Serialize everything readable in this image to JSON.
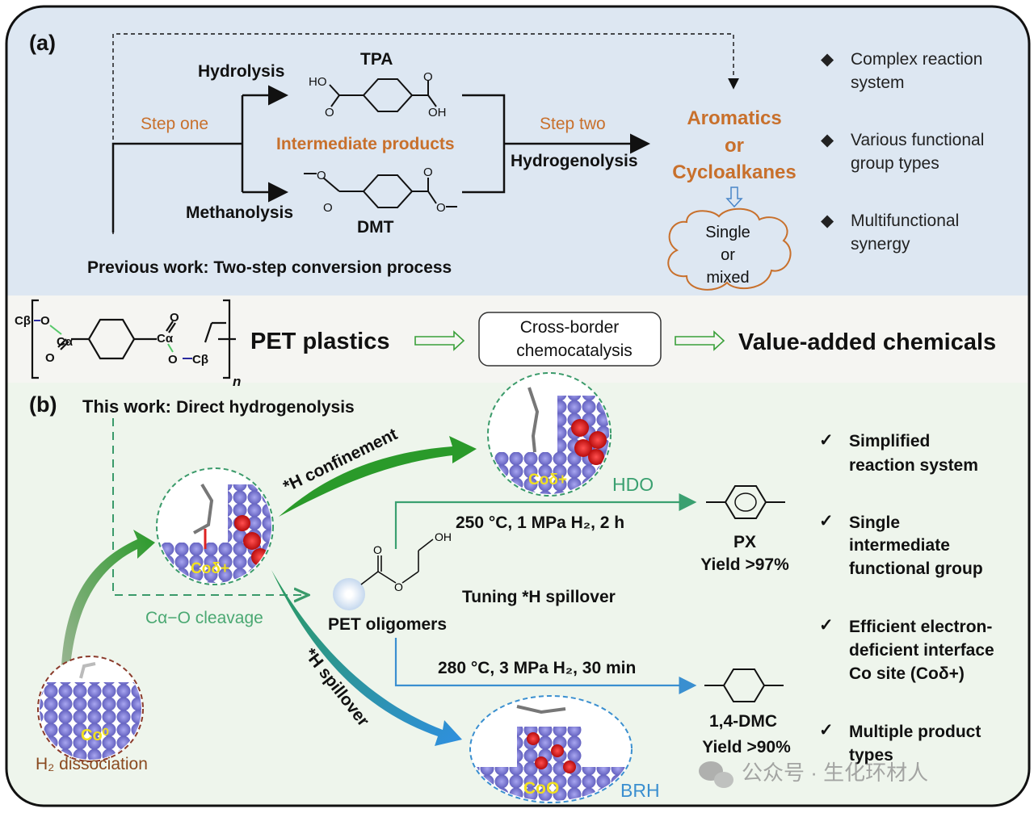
{
  "panel_a": {
    "label": "(a)",
    "step_one": "Step one",
    "hydrolysis": "Hydrolysis",
    "methanolysis": "Methanolysis",
    "tpa": "TPA",
    "dmt": "DMT",
    "intermediate": "Intermediate products",
    "step_two": "Step two",
    "hydrogenolysis": "Hydrogenolysis",
    "product_line1": "Aromatics",
    "product_line2": "or",
    "product_line3": "Cycloalkanes",
    "cloud": [
      "Single",
      "or",
      "mixed"
    ],
    "caption": "Previous work: Two-step conversion process",
    "chem_labels": {
      "ho": "HO",
      "oh": "OH",
      "o": "O"
    },
    "bullets": [
      [
        "Complex reaction",
        "system"
      ],
      [
        "Various functional",
        "group types"
      ],
      [
        "Multifunctional",
        "synergy"
      ]
    ]
  },
  "middle": {
    "pet_label": "PET plastics",
    "n": "n",
    "c_beta": "Cβ",
    "c_alpha": "Cα",
    "o": "O",
    "box": [
      "Cross-border",
      "chemocatalysis"
    ],
    "result": "Value-added chemicals"
  },
  "panel_b": {
    "label": "(b)",
    "title_prefix": "This work:",
    "title": "Direct hydrogenolysis",
    "h_confinement": "*H confinement",
    "h_spillover": "*H spillover",
    "cleavage": "Cα−O cleavage",
    "h2_dissociation": "H₂ dissociation",
    "co0": "Co⁰",
    "co_delta": "Coδ+",
    "coo": "CoO",
    "hdo": "HDO",
    "brh": "BRH",
    "oligomers": "PET oligomers",
    "oligomer_oh": "OH",
    "tuning": "Tuning *H spillover",
    "cond1": "250 °C, 1 MPa H₂, 2 h",
    "cond2": "280 °C, 3 MPa H₂, 30 min",
    "px": "PX",
    "px_yield": "Yield >97%",
    "dmc": "1,4-DMC",
    "dmc_yield": "Yield >90%",
    "checks": [
      [
        "Simplified",
        "reaction system"
      ],
      [
        "Single",
        "intermediate",
        "functional group"
      ],
      [
        "Efficient electron-",
        "deficient interface",
        "Co site (Coδ+)"
      ],
      [
        "Multiple product",
        "types"
      ]
    ],
    "watermark": "公众号 · 生化环材人"
  },
  "colors": {
    "top_bg": "#dde7f2",
    "mid_bg": "#f5f5f2",
    "bottom_bg": "#eef5ec",
    "orange": "#c8702c",
    "green": "#2e9a3e",
    "blue": "#2f8fd8",
    "cobalt": "#7a78d0",
    "oxygen": "#d81e1e"
  }
}
